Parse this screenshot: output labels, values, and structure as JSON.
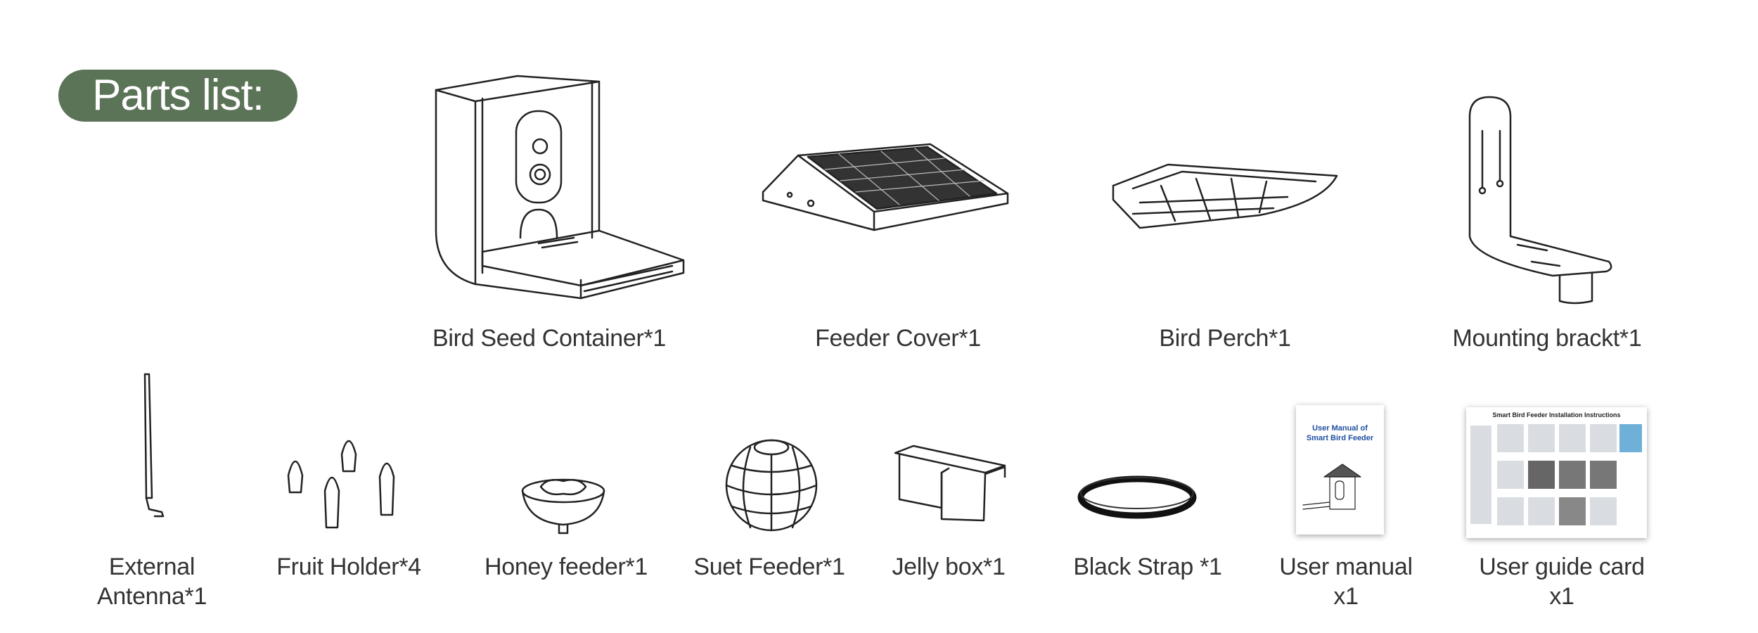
{
  "header": {
    "title": "Parts list:",
    "accent_color": "#5b7357"
  },
  "row1": [
    {
      "label": "Bird Seed Container*1",
      "icon": "bird-seed-container"
    },
    {
      "label": "Feeder Cover*1",
      "icon": "solar-feeder-cover"
    },
    {
      "label": "Bird Perch*1",
      "icon": "bird-perch"
    },
    {
      "label": "Mounting brackt*1",
      "icon": "mounting-bracket"
    }
  ],
  "row2": [
    {
      "label": "External",
      "label2": "Antenna*1",
      "icon": "antenna"
    },
    {
      "label": "Fruit Holder*4",
      "icon": "fruit-holder"
    },
    {
      "label": "Honey feeder*1",
      "icon": "honey-feeder"
    },
    {
      "label": "Suet Feeder*1",
      "icon": "suet-feeder"
    },
    {
      "label": "Jelly box*1",
      "icon": "jelly-box"
    },
    {
      "label": "Black Strap *1",
      "icon": "black-strap"
    },
    {
      "label": "User manual",
      "label2": "x1",
      "icon": "user-manual"
    },
    {
      "label": "User guide card",
      "label2": "x1",
      "icon": "user-guide-card"
    }
  ],
  "manual": {
    "title_line1": "User Manual of",
    "title_line2": "Smart Bird Feeder"
  },
  "guide_card": {
    "title": "Smart Bird Feeder Installation Instructions"
  }
}
